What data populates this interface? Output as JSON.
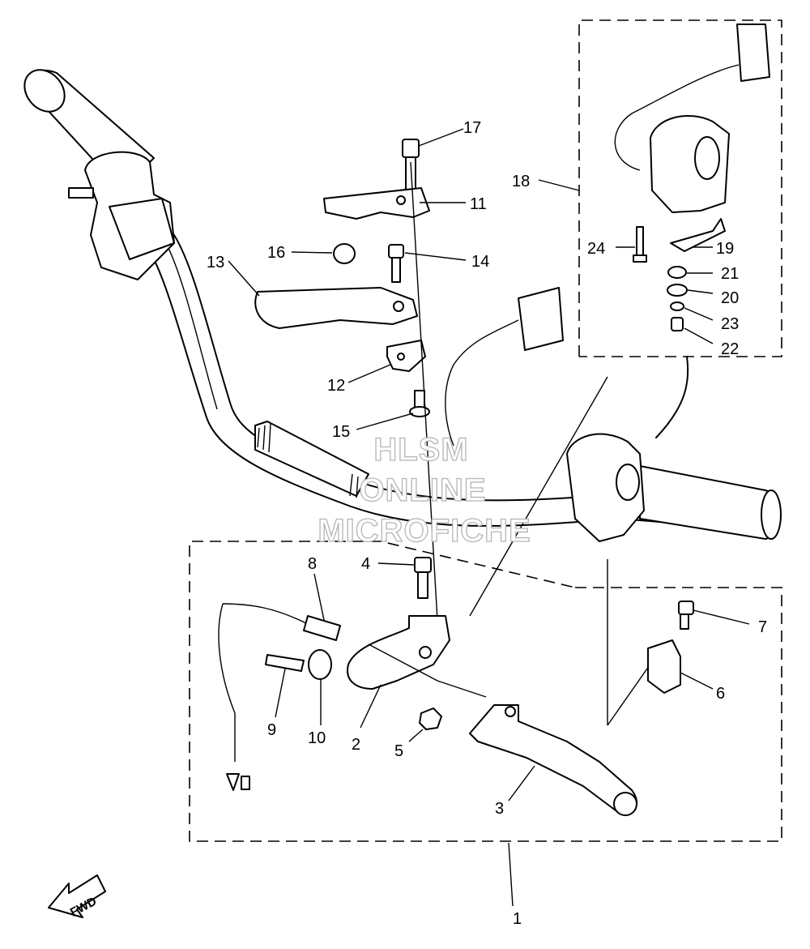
{
  "diagram": {
    "callouts": [
      {
        "id": "c1",
        "label": "1"
      },
      {
        "id": "c2",
        "label": "2"
      },
      {
        "id": "c3",
        "label": "3"
      },
      {
        "id": "c4",
        "label": "4"
      },
      {
        "id": "c5",
        "label": "5"
      },
      {
        "id": "c6",
        "label": "6"
      },
      {
        "id": "c7",
        "label": "7"
      },
      {
        "id": "c8",
        "label": "8"
      },
      {
        "id": "c9",
        "label": "9"
      },
      {
        "id": "c10",
        "label": "10"
      },
      {
        "id": "c11",
        "label": "11"
      },
      {
        "id": "c12",
        "label": "12"
      },
      {
        "id": "c13",
        "label": "13"
      },
      {
        "id": "c14",
        "label": "14"
      },
      {
        "id": "c15",
        "label": "15"
      },
      {
        "id": "c16",
        "label": "16"
      },
      {
        "id": "c17",
        "label": "17"
      },
      {
        "id": "c18",
        "label": "18"
      },
      {
        "id": "c19",
        "label": "19"
      },
      {
        "id": "c20",
        "label": "20"
      },
      {
        "id": "c21",
        "label": "21"
      },
      {
        "id": "c22",
        "label": "22"
      },
      {
        "id": "c23",
        "label": "23"
      },
      {
        "id": "c24",
        "label": "24"
      }
    ],
    "watermark": {
      "line1": "HLSM",
      "line2": "ONLINE",
      "line3": "MICROFICHE"
    },
    "direction_arrow": {
      "label": "FWD"
    }
  }
}
